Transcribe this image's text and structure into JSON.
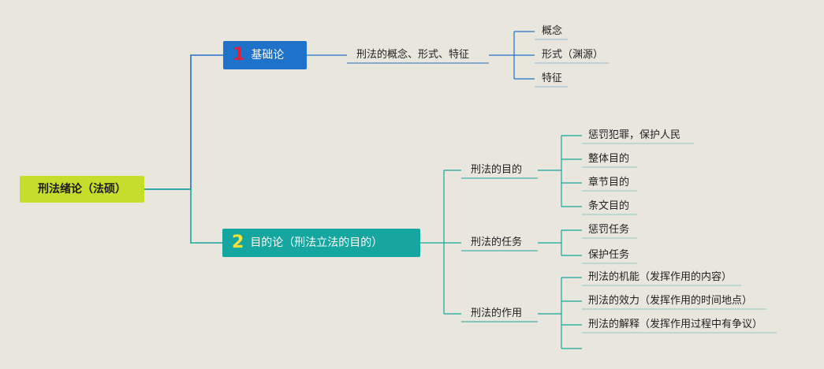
{
  "root": {
    "label": "刑法绪论（法硕）"
  },
  "branch1": {
    "number": "1",
    "label": "基础论",
    "sub": {
      "label": "刑法的概念、形式、特征",
      "items": [
        "概念",
        "形式（渊源）",
        "特征"
      ]
    }
  },
  "branch2": {
    "number": "2",
    "label": "目的论（刑法立法的目的）",
    "groups": [
      {
        "label": "刑法的目的",
        "items": [
          "惩罚犯罪，保护人民",
          "整体目的",
          "章节目的",
          "条文目的"
        ]
      },
      {
        "label": "刑法的任务",
        "items": [
          "惩罚任务",
          "保护任务"
        ]
      },
      {
        "label": "刑法的作用",
        "items": [
          "刑法的机能（发挥作用的内容）",
          "刑法的效力（发挥作用的时间地点）",
          "刑法的解释（发挥作用过程中有争议）"
        ]
      }
    ]
  },
  "colors": {
    "background": "#e9e6dd",
    "root_fill": "#c7dd2b",
    "branch1_fill": "#1f72c9",
    "branch2_fill": "#16a6a0",
    "line_blue": "#1f72c9",
    "line_teal": "#16a6a0",
    "number1_color": "#e0203a",
    "number2_color": "#f3e23a"
  }
}
